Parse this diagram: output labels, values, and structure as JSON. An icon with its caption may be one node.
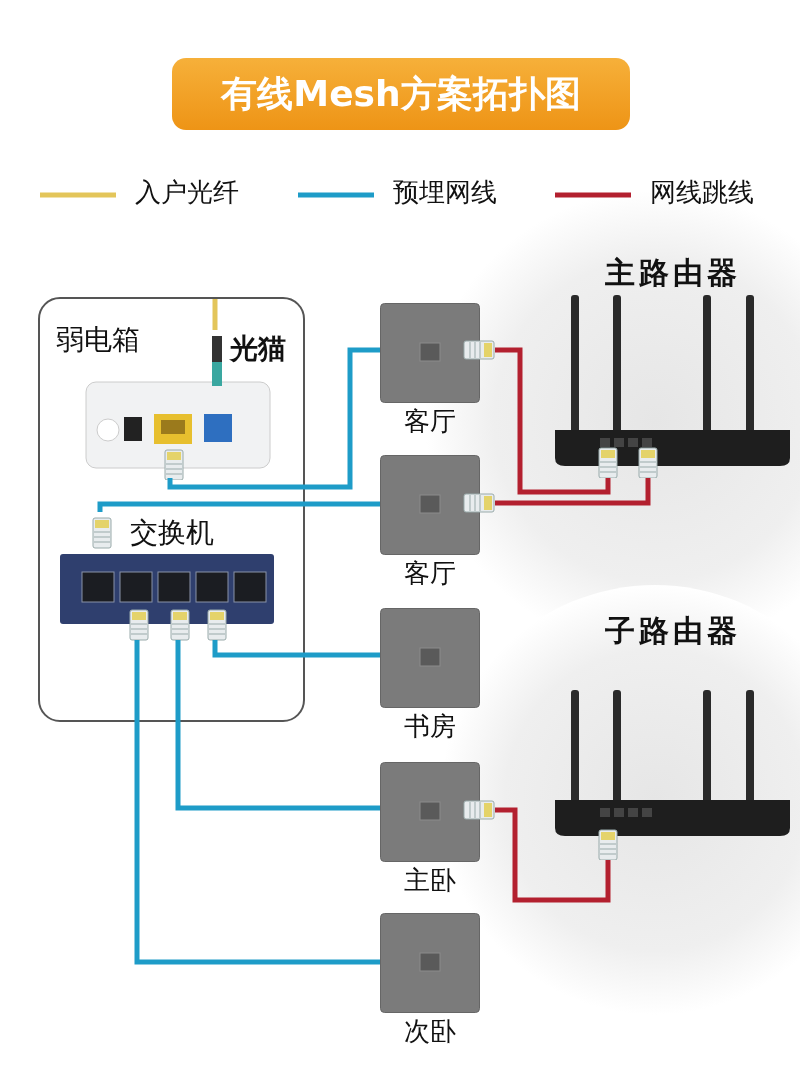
{
  "diagram": {
    "title": "有线Mesh方案拓扑图",
    "nodes": [
      {
        "text": [
          "弱电箱"
        ]
      },
      {
        "text": [
          "光猫"
        ],
        "in": 0
      },
      {
        "text": [
          "交换机"
        ],
        "in": 0
      },
      {
        "text": [
          "客厅"
        ]
      },
      {
        "text": [
          "客厅"
        ]
      },
      {
        "text": [
          "书房"
        ]
      },
      {
        "text": [
          "主卧"
        ]
      },
      {
        "text": [
          "次卧"
        ]
      },
      {
        "text": [
          "主路由器"
        ]
      },
      {
        "text": [
          "子路由器"
        ]
      }
    ],
    "edges": [
      {
        "from": null,
        "to": 1,
        "arrow": "none",
        "color": "#e3c55a"
      },
      {
        "from": 1,
        "to": 3,
        "arrow": "none"
      },
      {
        "from": 2,
        "to": 4,
        "arrow": "none"
      },
      {
        "from": 2,
        "to": 5,
        "arrow": "none"
      },
      {
        "from": 2,
        "to": 6,
        "arrow": "none"
      },
      {
        "from": 2,
        "to": 7,
        "arrow": "none"
      },
      {
        "from": 3,
        "to": 8,
        "arrow": "none",
        "color": "#b3202f"
      },
      {
        "from": 4,
        "to": 8,
        "arrow": "none",
        "color": "#b3202f"
      },
      {
        "from": 6,
        "to": 9,
        "arrow": "none",
        "color": "#b3202f"
      }
    ],
    "legend": [
      {
        "text": "入户光纤",
        "color": "#e3c55a"
      },
      {
        "text": "预埋网线",
        "color": "#1e9cc8"
      },
      {
        "text": "网线跳线",
        "color": "#b3202f"
      }
    ]
  }
}
